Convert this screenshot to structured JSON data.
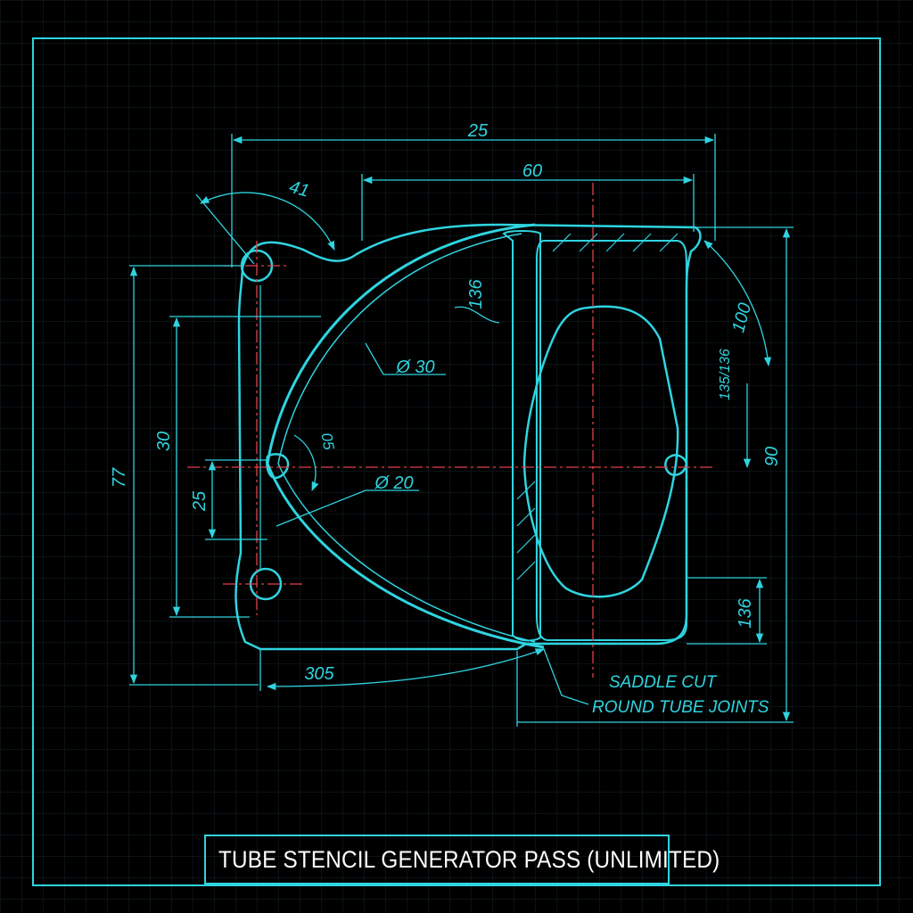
{
  "drawing": {
    "dimensions": {
      "top_overall": "25",
      "top_inner": "60",
      "angle_arc": "41",
      "hole_large": "Ø 30",
      "hole_small": "Ø 20",
      "vertical_offset": "136",
      "left_outer": "77",
      "left_inner": "30",
      "left_lower": "25",
      "bottom_length": "305",
      "right_arc": "100",
      "right_side": "90",
      "right_lower": "136",
      "vertical_note": "135/136",
      "angle_center": "05"
    },
    "notes": {
      "line1": "SADDLE CUT",
      "line2": "ROUND TUBE JOINTS"
    },
    "colors": {
      "line": "#2fd4e0",
      "center_line": "#e0404a",
      "grid": "#16232a",
      "background": "#000000"
    }
  },
  "title_block": {
    "title": "TUBE STENCIL GENERATOR PASS (UNLIMITED)"
  }
}
